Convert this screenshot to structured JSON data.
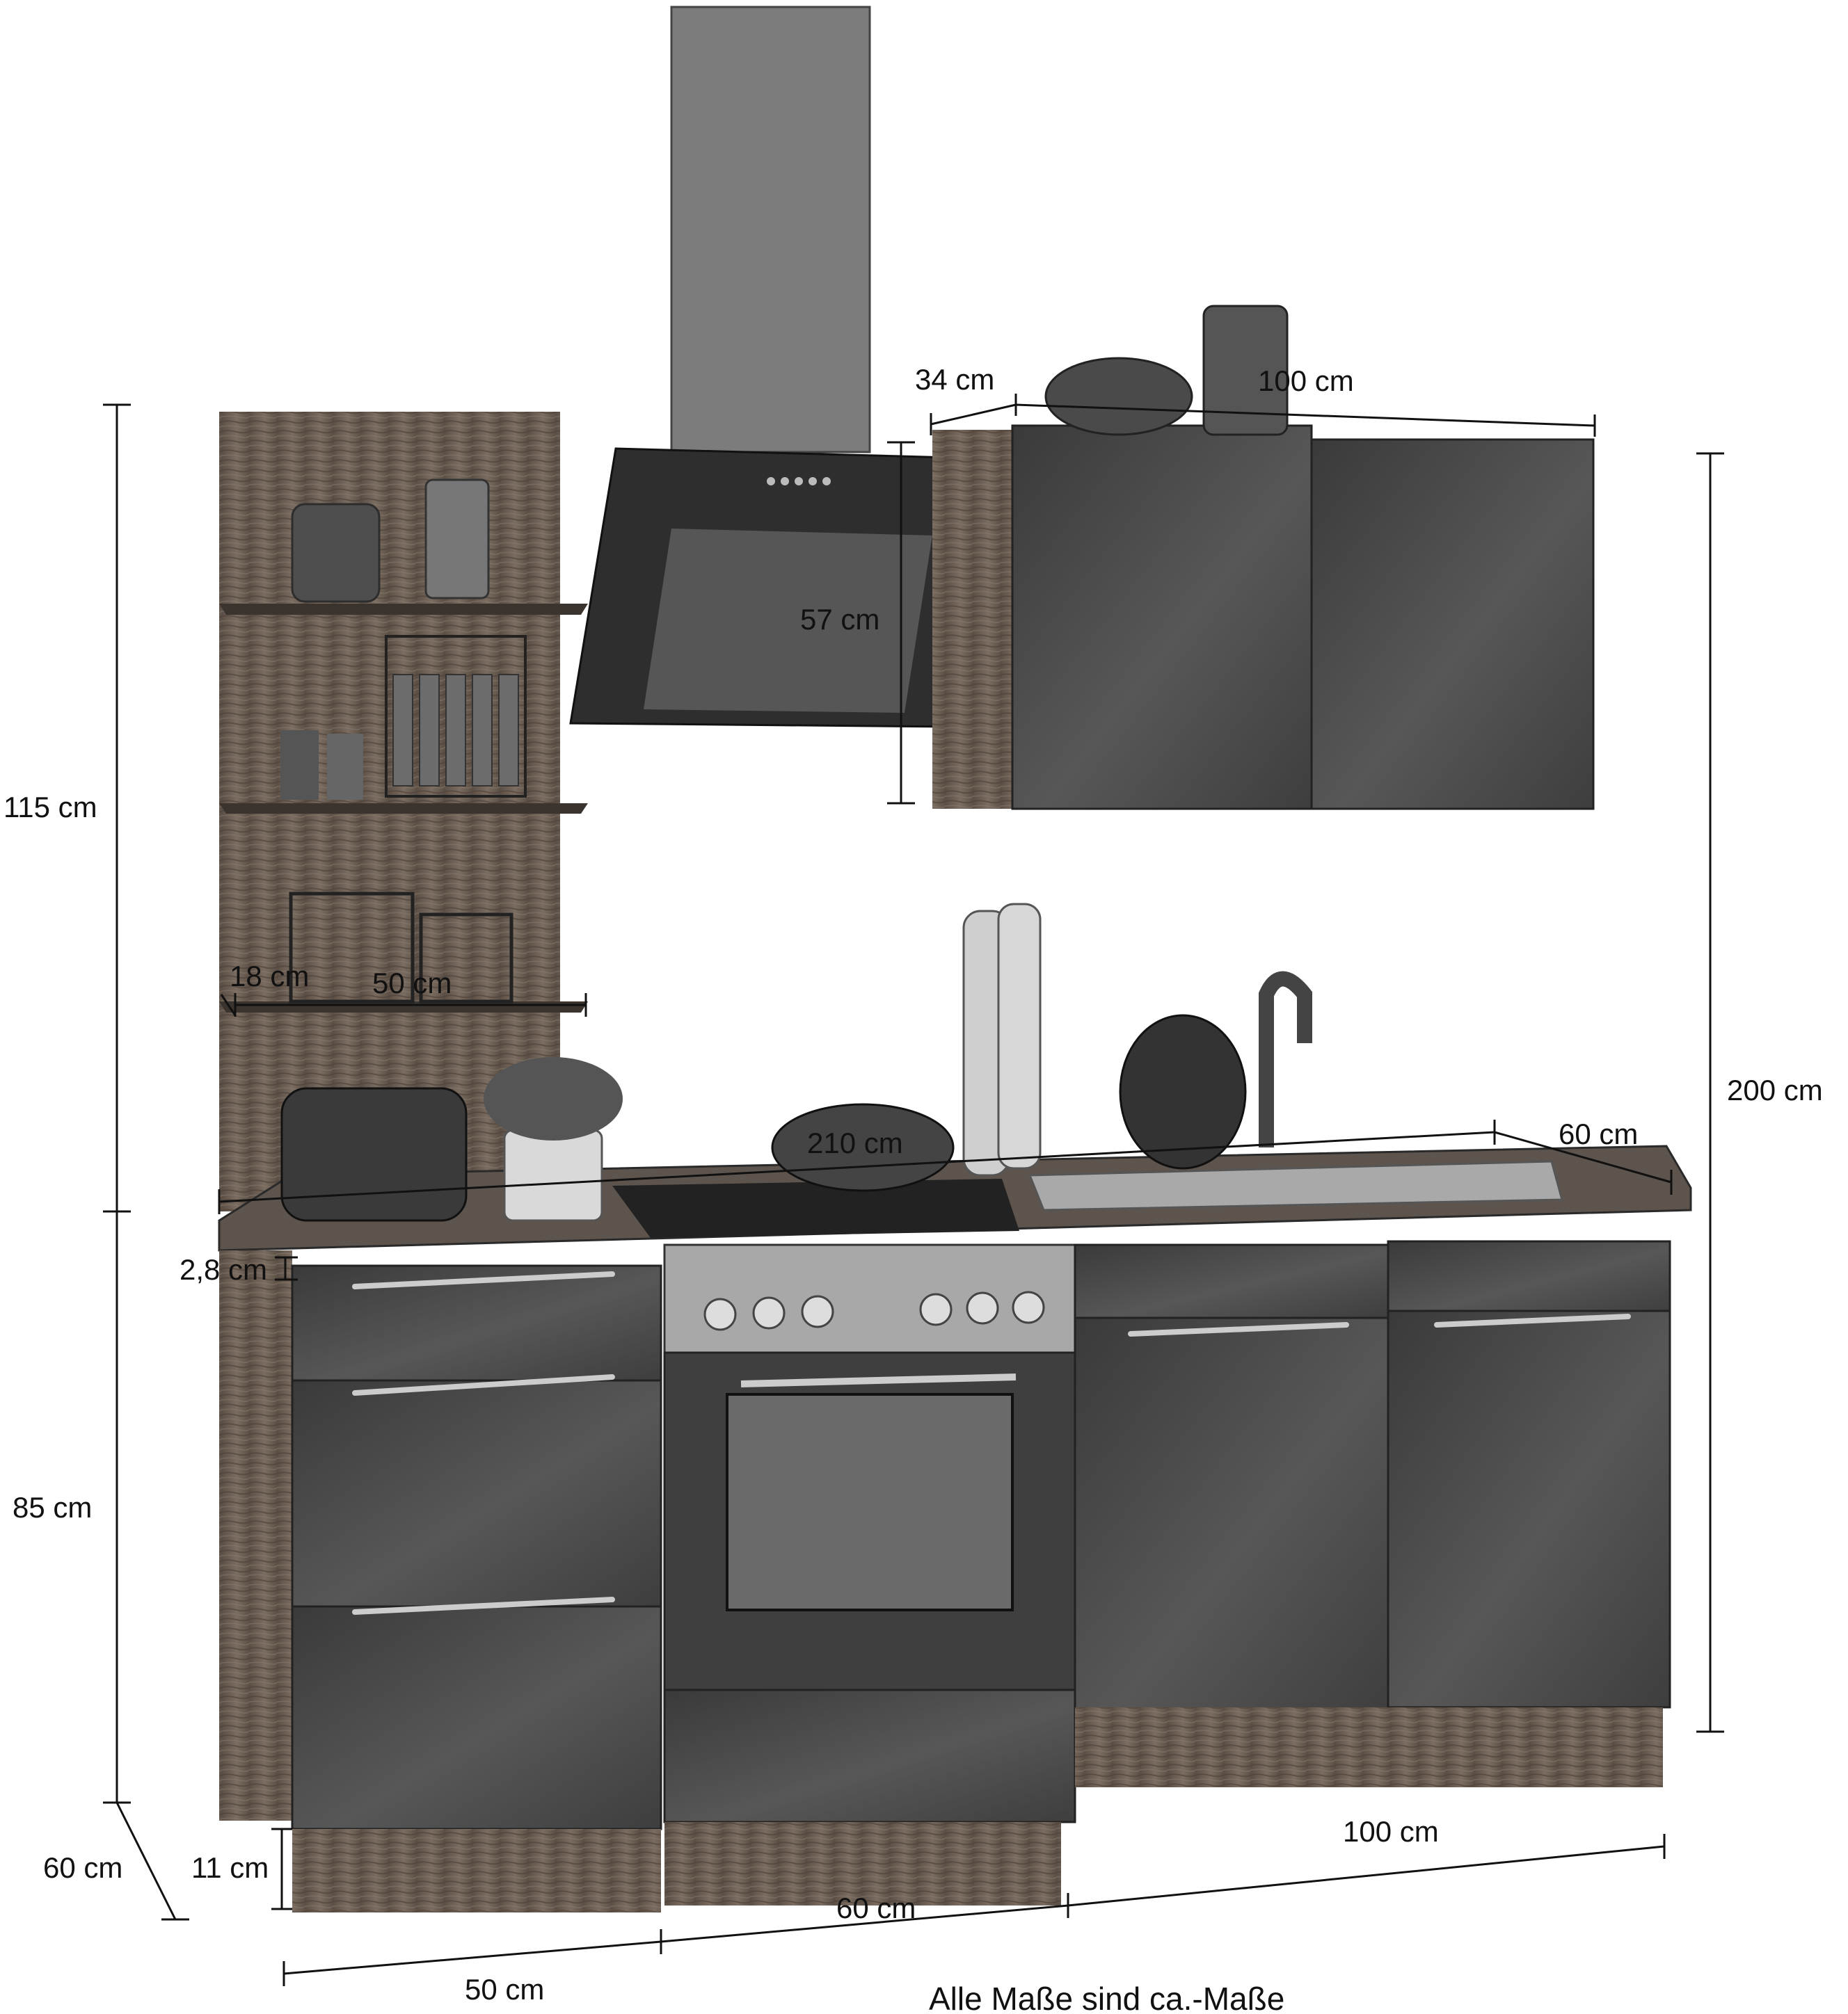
{
  "dimensions": {
    "tall_height": "115 cm",
    "base_height": "85 cm",
    "depth": "60 cm",
    "plinth": "11 cm",
    "shelf_depth": "18 cm",
    "shelf_width": "50 cm",
    "worktop_thickness": "2,8 cm",
    "hood_height": "57 cm",
    "wall_depth": "34 cm",
    "wall_width": "100 cm",
    "total_width": "210 cm",
    "worktop_depth": "60 cm",
    "total_height": "200 cm",
    "base_left_width": "50 cm",
    "base_oven_width": "60 cm",
    "base_right_width": "100 cm"
  },
  "note": "Alle Maße sind ca.-Maße",
  "colors": {
    "gloss_grey": "#4a4a4a",
    "wood": "#6b5e52",
    "steel": "#9a9a9a",
    "line": "#111111"
  }
}
